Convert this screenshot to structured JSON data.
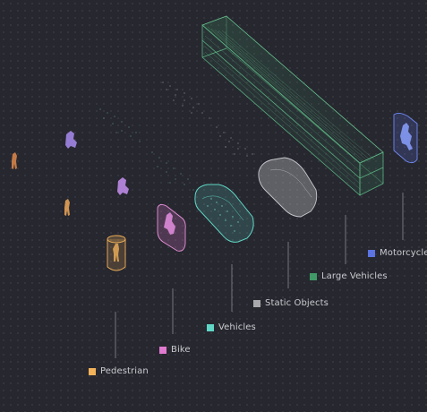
{
  "legend": [
    {
      "id": "pedestrian",
      "label": "Pedestrian",
      "color": "#f2b25a"
    },
    {
      "id": "bike",
      "label": "Bike",
      "color": "#e07ad0"
    },
    {
      "id": "vehicles",
      "label": "Vehicles",
      "color": "#5fd6c6"
    },
    {
      "id": "static-objects",
      "label": "Static Objects",
      "color": "#a9a9ad"
    },
    {
      "id": "large-vehicles",
      "label": "Large Vehicles",
      "color": "#3f9a67"
    },
    {
      "id": "motorcycle",
      "label": "Motorcycle",
      "color": "#5b74e2"
    }
  ]
}
